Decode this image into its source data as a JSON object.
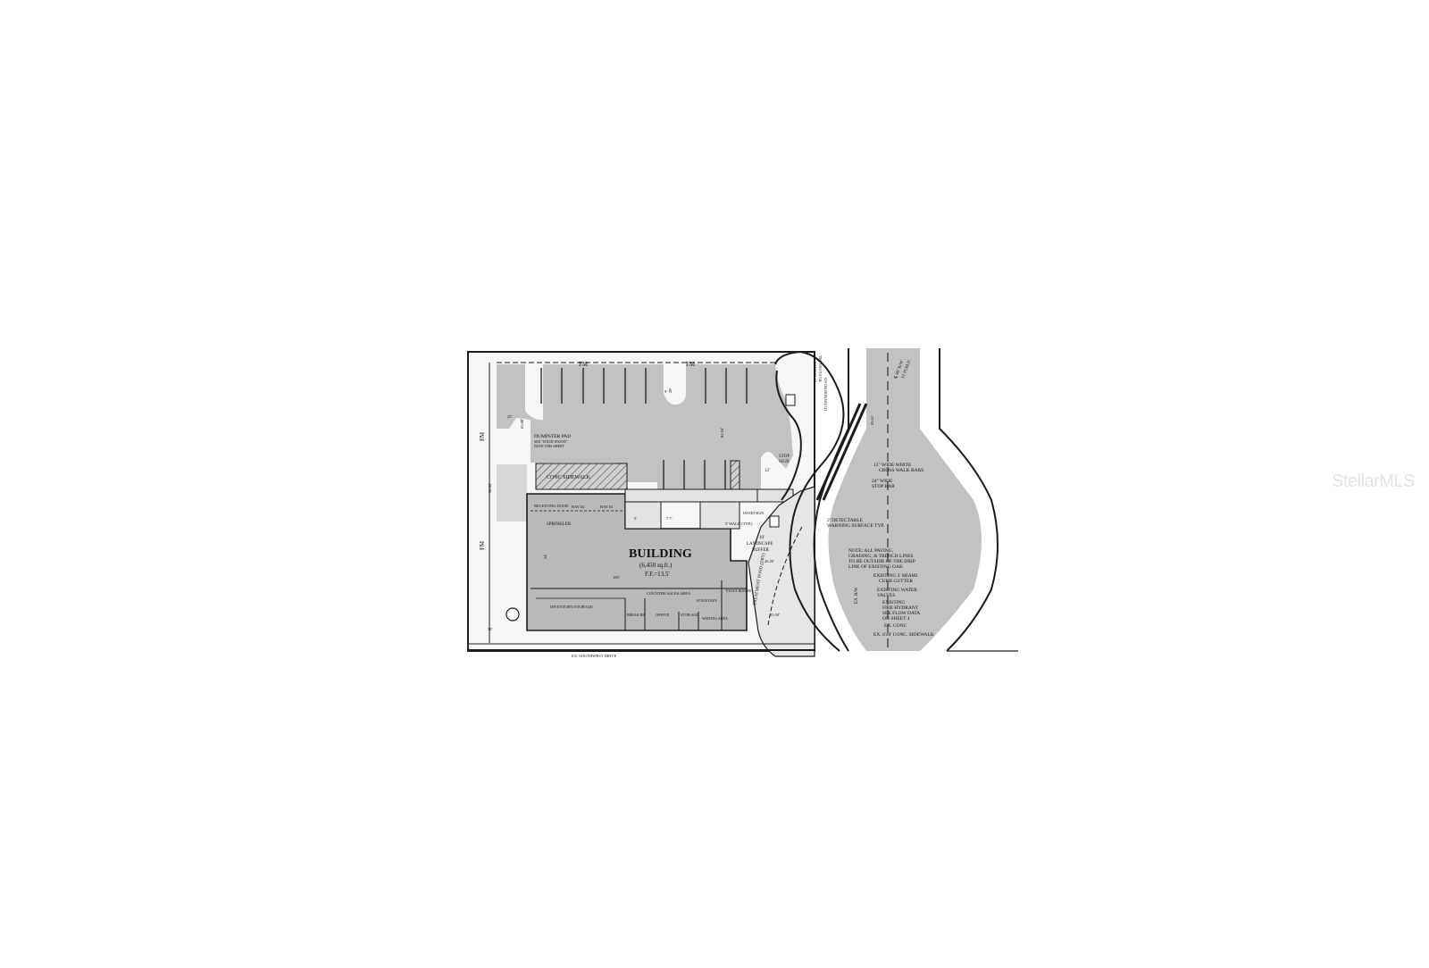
{
  "plan": {
    "labels": {
      "building_title": "BUILDING",
      "building_area": "(6,450 sq.ft.)",
      "building_ff": "F.F.=13.5'",
      "fm_top_1": "FM",
      "fm_top_2": "FM",
      "fm_left_1": "FM",
      "fm_left_2": "FM",
      "dumpster_pad": "DUMPSTER PAD",
      "dumpster_note_1": "SEE \"SOLID WASTE\"",
      "dumpster_note_2": "NOTE THIS SHEET",
      "conc_sidewalk": "CONC SIDEWALK",
      "receiving_door": "RECEIVING DOOR",
      "bay_2": "BAY #2",
      "bay_1": "BAY #1",
      "sprinkler": "SPRINKLER",
      "inventory_storage": "INVENTORY/STORAGE",
      "counter_sales_area": "COUNTER SALES AREA",
      "fountain": "FOUNTAIN",
      "toilet_rooms": "TOILET ROOMS",
      "break_room": "BREAK RM",
      "office": "OFFICE",
      "storage_room": "STOR-AGE",
      "waiting_area": "WAITING AREA",
      "handi_sign": "HANDI SIGN",
      "walk": "5' WALK (TYP.)",
      "landscape_buffer_1": "10'",
      "landscape_buffer_2": "LANDSCAPE",
      "landscape_buffer_3": "BUFFER",
      "treatment_pond": "TREATMENT POND (DRY)",
      "stop_sign_1": "STOP",
      "stop_sign_2": "SIGN",
      "crosswalk_1": "12\" WIDE WHITE",
      "crosswalk_2": "CROSS WALK BARS",
      "stop_bar_1": "24\" WIDE",
      "stop_bar_2": "STOP BAR",
      "detectable_1": "2' DETECTABLE",
      "detectable_2": "WARNING SURFACE TYP.",
      "note_1": "NOTE: ALL PAVING,",
      "note_2": "GRADING, & TRENCH LINES",
      "note_3": "TO BE OUTSIDE OF THE DRIP",
      "note_4": "LINE OF EXISTING OAK",
      "curb_1": "EXISTING 2' MIAMI",
      "curb_2": "CURB GUTTER",
      "water_1": "EXISTING WATER",
      "water_2": "VALVES",
      "hydrant_1": "EXISTING",
      "hydrant_2": "FIRE HYDRANT",
      "hydrant_3": "SEE FLOW DATA",
      "hydrant_4": "ON SHEET 4",
      "ex_conc": "EX. CONC",
      "ex_sidewalk": "EX. 6'x6' CONC. SIDEWALK",
      "ex_row": "EX. R/W",
      "dim_2650": "26.50'",
      "dim_3550": "35.50'",
      "dim_6500": "65.00'",
      "dim_8594": "85.94'",
      "dim_3004": "30.04'",
      "dim_4561": "45.61'",
      "dim_100": "100'",
      "dim_30": "30'",
      "dim_24": "24'",
      "dim_20": "20'",
      "dim_12": "12'",
      "dim_9": "9'",
      "dim_5": "5'",
      "dim_7": "7.7'",
      "dim_25": "25'",
      "radius_1": "25' RADIUS",
      "radius_2": "TO FLOWLINE",
      "cl_road_1": "℄ 60' R/W",
      "cl_road_2": "ST PUBLIC",
      "o_connor": "O'CONNOR ROAD",
      "bottom_street": "EX. SOUTHWEST DRIVE"
    },
    "colors": {
      "paving": "#c2c2c2",
      "building": "#b9b9b9",
      "lines": "#1c1c1c"
    }
  },
  "watermark": "StellarMLS"
}
